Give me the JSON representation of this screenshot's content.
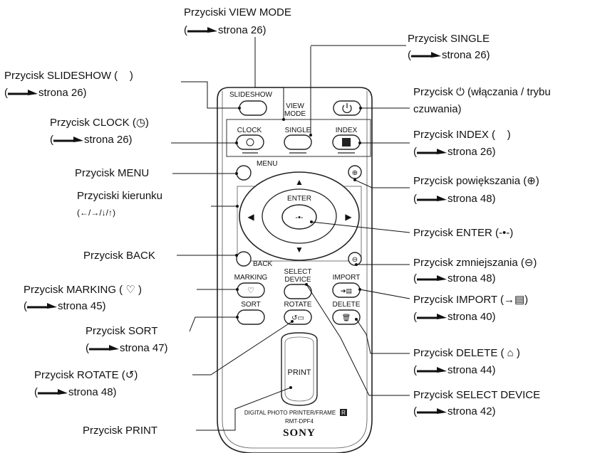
{
  "callouts": {
    "view_mode": {
      "label": "Przyciski VIEW MODE",
      "ref": "(",
      "page": "strona 26)"
    },
    "single": {
      "label": "Przycisk SINGLE",
      "ref": "(",
      "page": "strona 26)"
    },
    "slideshow": {
      "label": "Przycisk SLIDESHOW (    )",
      "ref": "(",
      "page": "strona 26)"
    },
    "power": {
      "label": "Przycisk ⏻ (włączania / trybu",
      "label2": "czuwania)"
    },
    "clock": {
      "label": "Przycisk CLOCK (◷)",
      "ref": "(",
      "page": "strona 26)"
    },
    "index": {
      "label": "Przycisk INDEX (    )",
      "ref": "(",
      "page": "strona 26)"
    },
    "menu": {
      "label": "Przycisk MENU"
    },
    "zoom_in": {
      "label": "Przycisk powiększania (⊕)",
      "ref": "(",
      "page": "strona 48)"
    },
    "direction": {
      "label": "Przyciski kierunku",
      "label2": "(←/→/↓/↑)"
    },
    "enter": {
      "label": "Przycisk ENTER (-•-)"
    },
    "back": {
      "label": "Przycisk BACK"
    },
    "zoom_out": {
      "label": "Przycisk zmniejszania (⊖)",
      "ref": "(",
      "page": "strona 48)"
    },
    "marking": {
      "label": "Przycisk MARKING ( ♡ )",
      "ref": "(",
      "page": "strona 45)"
    },
    "import": {
      "label": "Przycisk IMPORT (→▤)",
      "ref": "(",
      "page": "strona 40)"
    },
    "sort": {
      "label": "Przycisk SORT",
      "ref": "(",
      "page": "strona 47)"
    },
    "delete": {
      "label": "Przycisk DELETE ( ⌂ )",
      "ref": "(",
      "page": "strona 44)"
    },
    "rotate": {
      "label": "Przycisk ROTATE (↺)",
      "ref": "(",
      "page": "strona 48)"
    },
    "select_device": {
      "label": "Przycisk SELECT DEVICE",
      "ref": "(",
      "page": "strona 42)"
    },
    "print": {
      "label": "Przycisk PRINT"
    }
  },
  "remote": {
    "btn_slideshow": "SLIDESHOW",
    "btn_view_mode_1": "VIEW",
    "btn_view_mode_2": "MODE",
    "btn_clock": "CLOCK",
    "btn_single": "SINGLE",
    "btn_index": "INDEX",
    "btn_menu": "MENU",
    "btn_enter": "ENTER",
    "btn_back": "BACK",
    "btn_marking": "MARKING",
    "btn_select_1": "SELECT",
    "btn_select_2": "DEVICE",
    "btn_import": "IMPORT",
    "btn_sort": "SORT",
    "btn_rotate": "ROTATE",
    "btn_delete": "DELETE",
    "btn_print": "PRINT",
    "model_line": "DIGITAL PHOTO PRINTER/FRAME",
    "model_code": "RMT-DPF4",
    "brand": "SONY"
  }
}
